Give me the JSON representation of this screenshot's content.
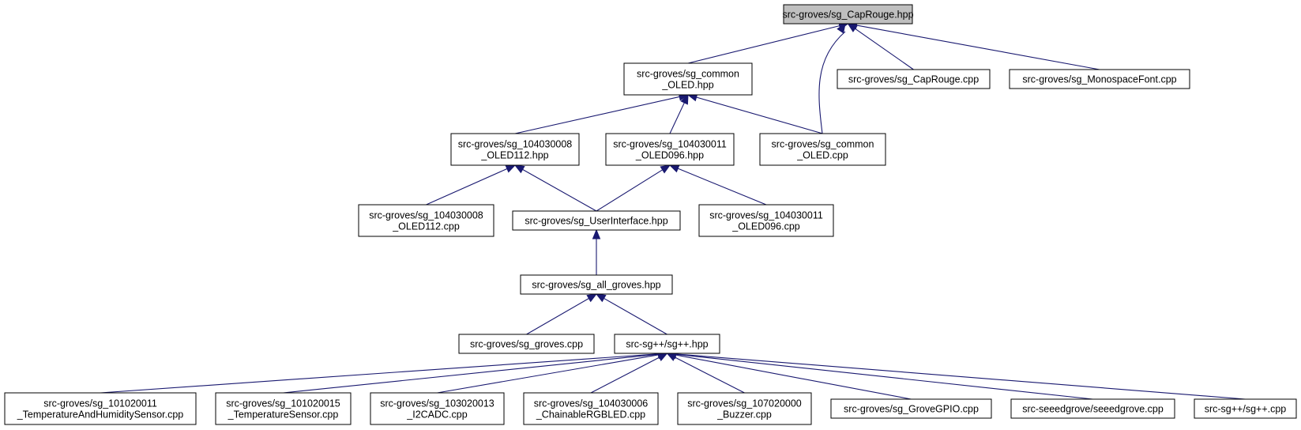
{
  "colors": {
    "edge": "#191970",
    "root_fill": "#bfbfbf",
    "node_fill": "#ffffff"
  },
  "nodes": {
    "caprouge_hpp": {
      "lines": [
        "src-groves/sg_CapRouge.hpp"
      ]
    },
    "common_oled_hpp": {
      "lines": [
        "src-groves/sg_common",
        "_OLED.hpp"
      ]
    },
    "caprouge_cpp": {
      "lines": [
        "src-groves/sg_CapRouge.cpp"
      ]
    },
    "mono_cpp": {
      "lines": [
        "src-groves/sg_MonospaceFont.cpp"
      ]
    },
    "oled112_hpp": {
      "lines": [
        "src-groves/sg_104030008",
        "_OLED112.hpp"
      ]
    },
    "oled096_hpp": {
      "lines": [
        "src-groves/sg_104030011",
        "_OLED096.hpp"
      ]
    },
    "common_oled_cpp": {
      "lines": [
        "src-groves/sg_common",
        "_OLED.cpp"
      ]
    },
    "oled112_cpp": {
      "lines": [
        "src-groves/sg_104030008",
        "_OLED112.cpp"
      ]
    },
    "ui_hpp": {
      "lines": [
        "src-groves/sg_UserInterface.hpp"
      ]
    },
    "oled096_cpp": {
      "lines": [
        "src-groves/sg_104030011",
        "_OLED096.cpp"
      ]
    },
    "all_groves_hpp": {
      "lines": [
        "src-groves/sg_all_groves.hpp"
      ]
    },
    "groves_cpp": {
      "lines": [
        "src-groves/sg_groves.cpp"
      ]
    },
    "sgpp_hpp": {
      "lines": [
        "src-sg++/sg++.hpp"
      ]
    },
    "temp_hum_cpp": {
      "lines": [
        "src-groves/sg_101020011",
        "_TemperatureAndHumiditySensor.cpp"
      ]
    },
    "temp_cpp": {
      "lines": [
        "src-groves/sg_101020015",
        "_TemperatureSensor.cpp"
      ]
    },
    "i2cadc_cpp": {
      "lines": [
        "src-groves/sg_103020013",
        "_I2CADC.cpp"
      ]
    },
    "rgbled_cpp": {
      "lines": [
        "src-groves/sg_104030006",
        "_ChainableRGBLED.cpp"
      ]
    },
    "buzzer_cpp": {
      "lines": [
        "src-groves/sg_107020000",
        "_Buzzer.cpp"
      ]
    },
    "gpio_cpp": {
      "lines": [
        "src-groves/sg_GroveGPIO.cpp"
      ]
    },
    "seeed_cpp": {
      "lines": [
        "src-seeedgrove/seeedgrove.cpp"
      ]
    },
    "sgpp_cpp": {
      "lines": [
        "src-sg++/sg++.cpp"
      ]
    }
  },
  "edges": [
    [
      "common_oled_hpp",
      "caprouge_hpp"
    ],
    [
      "common_oled_cpp",
      "caprouge_hpp"
    ],
    [
      "caprouge_cpp",
      "caprouge_hpp"
    ],
    [
      "mono_cpp",
      "caprouge_hpp"
    ],
    [
      "oled112_hpp",
      "common_oled_hpp"
    ],
    [
      "oled096_hpp",
      "common_oled_hpp"
    ],
    [
      "common_oled_cpp",
      "common_oled_hpp"
    ],
    [
      "oled112_cpp",
      "oled112_hpp"
    ],
    [
      "ui_hpp",
      "oled112_hpp"
    ],
    [
      "ui_hpp",
      "oled096_hpp"
    ],
    [
      "oled096_cpp",
      "oled096_hpp"
    ],
    [
      "all_groves_hpp",
      "ui_hpp"
    ],
    [
      "groves_cpp",
      "all_groves_hpp"
    ],
    [
      "sgpp_hpp",
      "all_groves_hpp"
    ],
    [
      "temp_hum_cpp",
      "sgpp_hpp"
    ],
    [
      "temp_cpp",
      "sgpp_hpp"
    ],
    [
      "i2cadc_cpp",
      "sgpp_hpp"
    ],
    [
      "rgbled_cpp",
      "sgpp_hpp"
    ],
    [
      "buzzer_cpp",
      "sgpp_hpp"
    ],
    [
      "gpio_cpp",
      "sgpp_hpp"
    ],
    [
      "seeed_cpp",
      "sgpp_hpp"
    ],
    [
      "sgpp_cpp",
      "sgpp_hpp"
    ]
  ]
}
